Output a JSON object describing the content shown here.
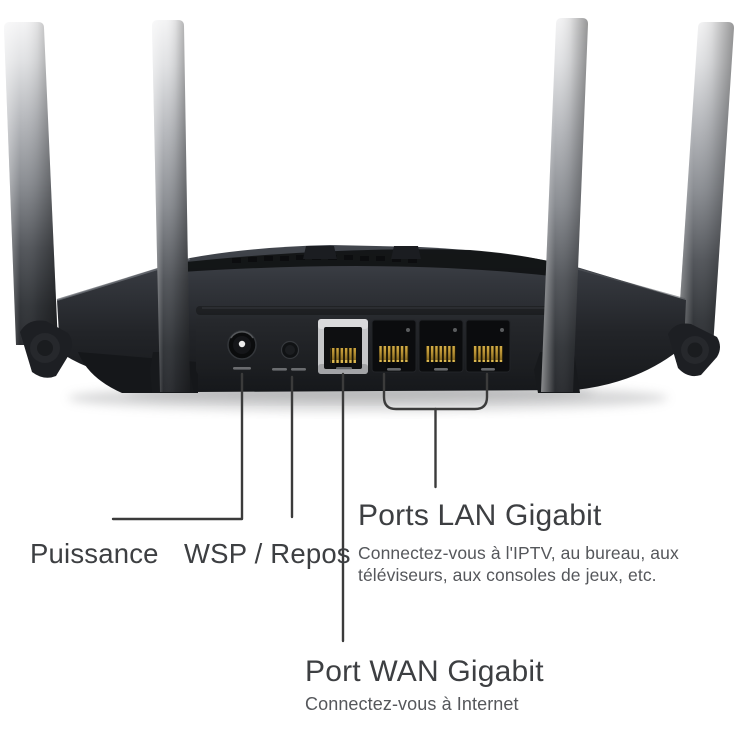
{
  "meta": {
    "type": "annotated-product-diagram",
    "subject": "wifi-router-rear-panel",
    "language": "fr"
  },
  "colors": {
    "background": "#ffffff",
    "callout_line": "#3b3b3b",
    "label_text": "#3d3f42",
    "description_text": "#55575b",
    "router_body": "#1c1e21",
    "wan_bezel": "#c6c7c9",
    "gold_pins": "#c9a23e"
  },
  "device_parts": {
    "antennas": [
      "antenna-left-outer",
      "antenna-left-inner",
      "antenna-right-inner",
      "antenna-right-outer"
    ],
    "ports": [
      "power-jack",
      "wps-button",
      "wan-port",
      "lan-port-1",
      "lan-port-2",
      "lan-port-3"
    ]
  },
  "annotations": {
    "power": {
      "label": "Puissance"
    },
    "wps": {
      "label": "WSP / Repos"
    },
    "lan": {
      "title": "Ports LAN Gigabit",
      "description_line1": "Connectez-vous à l'IPTV, au bureau, aux",
      "description_line2": "téléviseurs, aux consoles de jeux, etc."
    },
    "wan": {
      "title": "Port WAN Gigabit",
      "description": "Connectez-vous à Internet"
    }
  }
}
